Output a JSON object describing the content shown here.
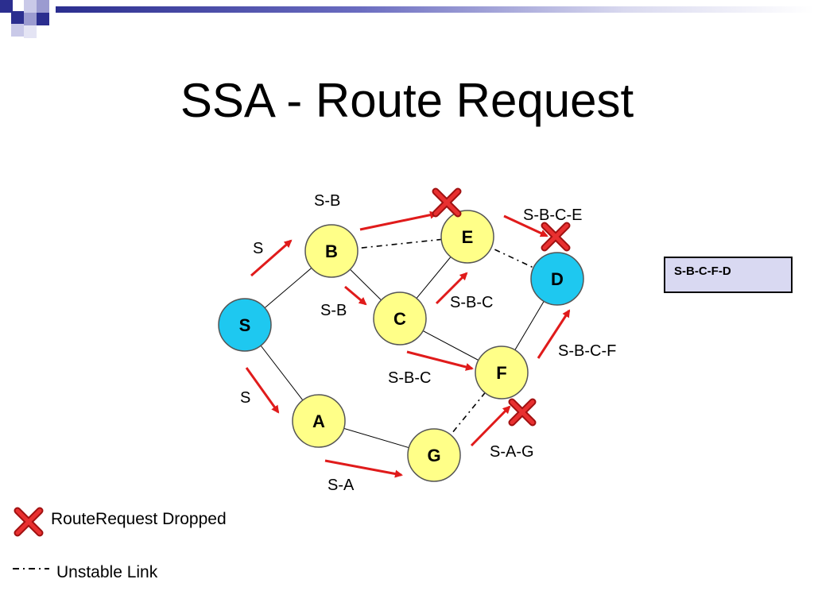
{
  "title": "SSA - Route Request",
  "nodes": [
    {
      "id": "S",
      "label": "S",
      "fill": "#1ec8f0"
    },
    {
      "id": "B",
      "label": "B",
      "fill": "#ffff88"
    },
    {
      "id": "E",
      "label": "E",
      "fill": "#ffff88"
    },
    {
      "id": "D",
      "label": "D",
      "fill": "#1ec8f0"
    },
    {
      "id": "C",
      "label": "C",
      "fill": "#ffff88"
    },
    {
      "id": "F",
      "label": "F",
      "fill": "#ffff88"
    },
    {
      "id": "A",
      "label": "A",
      "fill": "#ffff88"
    },
    {
      "id": "G",
      "label": "G",
      "fill": "#ffff88"
    }
  ],
  "links": [
    {
      "from": "S",
      "to": "B",
      "type": "stable"
    },
    {
      "from": "S",
      "to": "A",
      "type": "stable"
    },
    {
      "from": "B",
      "to": "C",
      "type": "stable"
    },
    {
      "from": "C",
      "to": "E",
      "type": "stable"
    },
    {
      "from": "C",
      "to": "F",
      "type": "stable"
    },
    {
      "from": "F",
      "to": "D",
      "type": "stable"
    },
    {
      "from": "A",
      "to": "G",
      "type": "stable"
    },
    {
      "from": "B",
      "to": "E",
      "type": "unstable"
    },
    {
      "from": "E",
      "to": "D",
      "type": "unstable"
    },
    {
      "from": "G",
      "to": "F",
      "type": "unstable"
    }
  ],
  "path_labels": [
    "S-B",
    "S-B-C-E",
    "S",
    "S-B",
    "S-B-C",
    "S-B-C-F",
    "S-B-C",
    "S",
    "S-A-G",
    "S-A"
  ],
  "route_result": "S-B-C-F-D",
  "legend": {
    "dropped": "RouteRequest Dropped",
    "unstable": "Unstable Link"
  },
  "colors": {
    "arrow": "#e01b1b",
    "node_border": "#555555",
    "cross": "#d42020"
  }
}
